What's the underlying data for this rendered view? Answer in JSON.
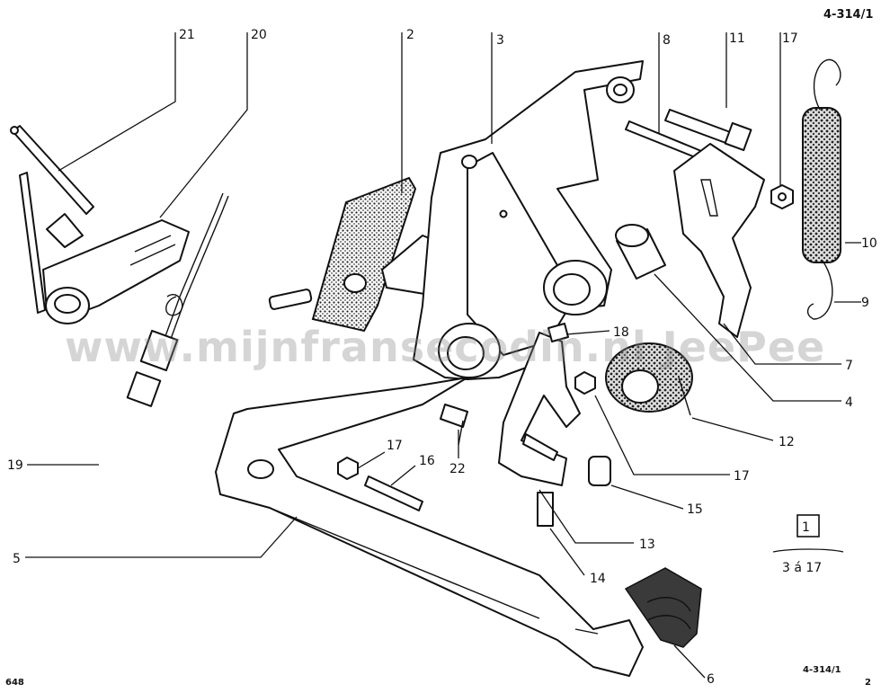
{
  "header": {
    "ref_code": "4-314/1"
  },
  "footer": {
    "left_code": "648",
    "ref_code": "4-314/1",
    "page": "2"
  },
  "watermark": "www.mijnfransecodin.nl  JeePee",
  "callout_numbers": [
    "21",
    "20",
    "2",
    "3",
    "8",
    "11",
    "17",
    "10",
    "9",
    "7",
    "4",
    "12",
    "17",
    "15",
    "13",
    "14",
    "6",
    "5",
    "19",
    "18",
    "17",
    "16",
    "22",
    "1"
  ],
  "legend_box": {
    "number": "1",
    "range": "3 á 17"
  },
  "colors": {
    "ink": "#111111",
    "watermark": "#8a8a8a"
  }
}
